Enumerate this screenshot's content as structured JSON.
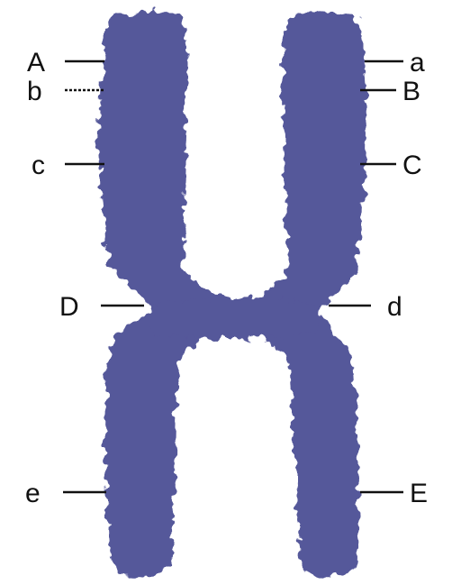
{
  "colors": {
    "chromatid": "#55589a",
    "label_text": "#111111",
    "leader_line": "#111111"
  },
  "labels": {
    "left": [
      "A",
      "b",
      "c",
      "D",
      "e"
    ],
    "right": [
      "a",
      "B",
      "C",
      "d",
      "E"
    ]
  }
}
